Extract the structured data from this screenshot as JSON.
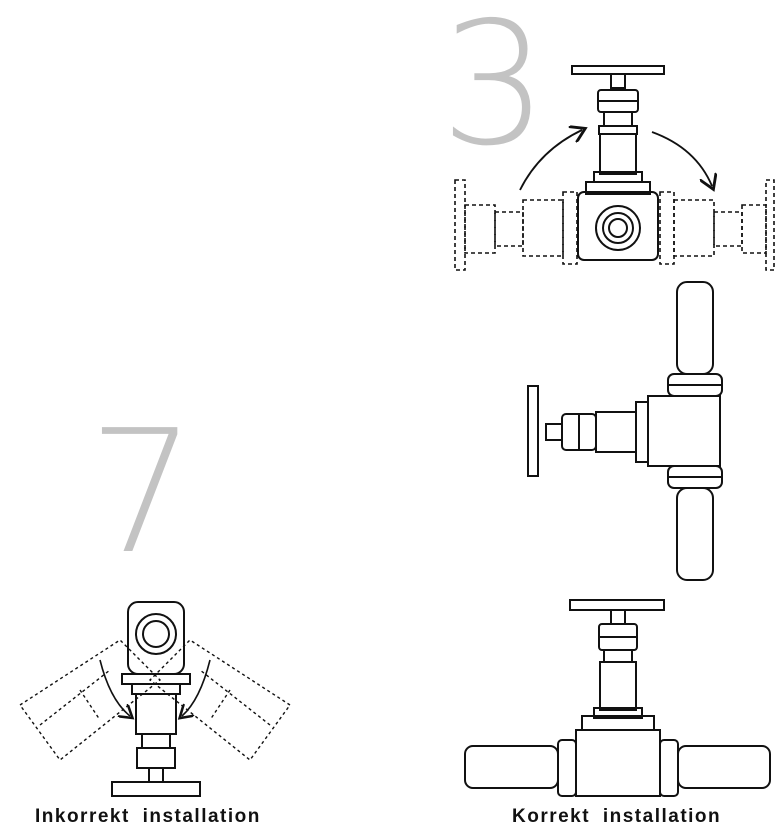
{
  "labels": {
    "number_top": "3",
    "number_left": "7",
    "caption_incorrect": "Inkorrekt  installation",
    "caption_correct": "Korrekt  installation"
  },
  "colors": {
    "line": "#111111",
    "number": "#c3c3c3",
    "background": "#ffffff"
  }
}
